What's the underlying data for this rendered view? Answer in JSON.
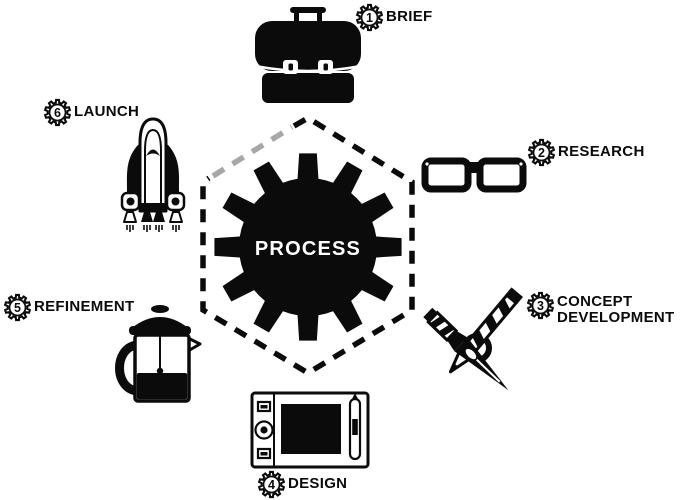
{
  "diagram": {
    "center_label": "PROCESS",
    "colors": {
      "ink": "#0b0b0b",
      "done_dash": "#a7a7a7",
      "background": "#ffffff",
      "center_text": "#ffffff"
    },
    "steps": [
      {
        "number": "1",
        "label_lines": [
          "BRIEF"
        ],
        "icon": "briefcase-icon"
      },
      {
        "number": "2",
        "label_lines": [
          "RESEARCH"
        ],
        "icon": "glasses-icon"
      },
      {
        "number": "3",
        "label_lines": [
          "CONCEPT",
          "DEVELOPMENT"
        ],
        "icon": "crossed-pencil-knife-icon"
      },
      {
        "number": "4",
        "label_lines": [
          "DESIGN"
        ],
        "icon": "drawing-tablet-icon"
      },
      {
        "number": "5",
        "label_lines": [
          "REFINEMENT"
        ],
        "icon": "french-press-icon"
      },
      {
        "number": "6",
        "label_lines": [
          "LAUNCH"
        ],
        "icon": "space-shuttle-icon"
      }
    ]
  }
}
